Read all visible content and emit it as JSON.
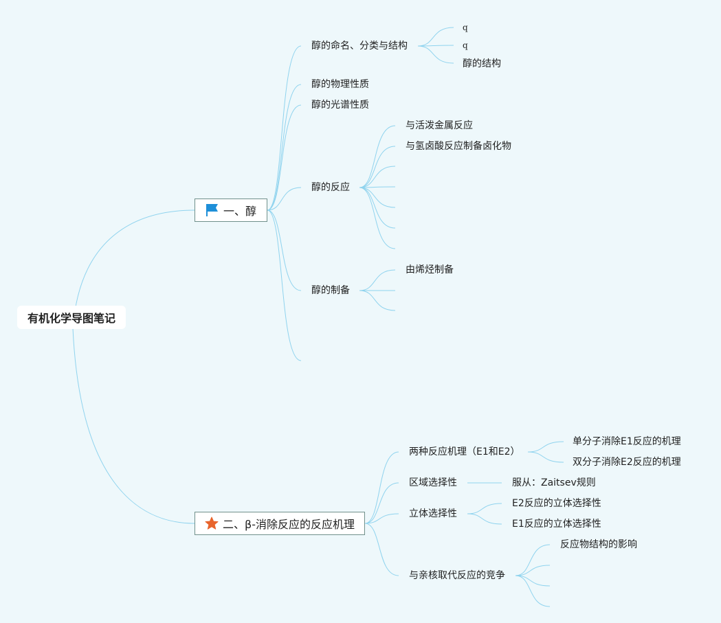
{
  "root": {
    "label": "有机化学导图笔记"
  },
  "topic1": {
    "label": "一、醇",
    "icon": "flag-icon",
    "icon_color": "#1e8fd8",
    "children": {
      "naming": {
        "label": "醇的命名、分类与结构",
        "children": [
          "q",
          "q",
          "醇的结构"
        ]
      },
      "physical": {
        "label": "醇的物理性质"
      },
      "spectra": {
        "label": "醇的光谱性质"
      },
      "reactions": {
        "label": "醇的反应",
        "children": [
          "与活泼金属反应",
          "与氢卤酸反应制备卤化物"
        ]
      },
      "preparation": {
        "label": "醇的制备",
        "children": [
          "由烯烃制备"
        ]
      }
    }
  },
  "topic2": {
    "label": "二、β-消除反应的反应机理",
    "icon": "star-icon",
    "icon_color": "#e8642c",
    "children": {
      "mechanisms": {
        "label": "两种反应机理（E1和E2）",
        "children": [
          "单分子消除E1反应的机理",
          "双分子消除E2反应的机理"
        ]
      },
      "regio": {
        "label": "区域选择性",
        "children": [
          "服从：Zaitsev规则"
        ]
      },
      "stereo": {
        "label": "立体选择性",
        "children": [
          "E2反应的立体选择性",
          "E1反应的立体选择性"
        ]
      },
      "competition": {
        "label": "与亲核取代反应的竞争",
        "children": [
          "反应物结构的影响"
        ]
      }
    }
  },
  "colors": {
    "background": "#eef8fb",
    "line": "#8fd3ee"
  }
}
